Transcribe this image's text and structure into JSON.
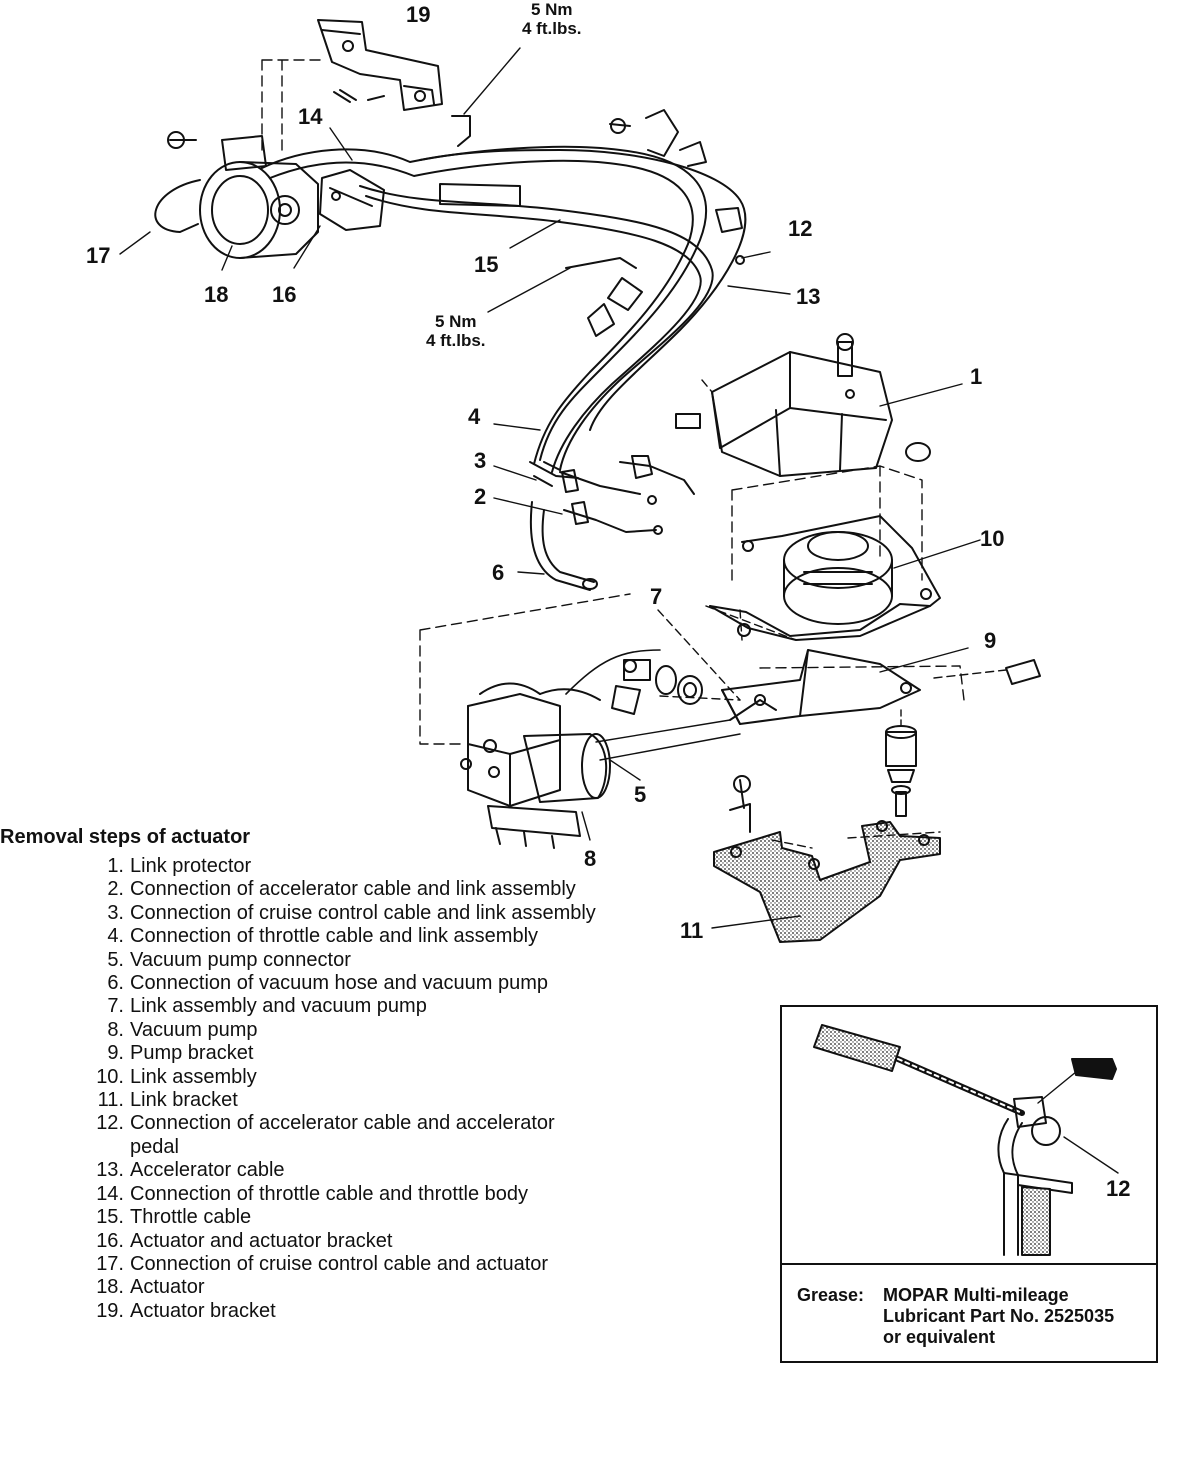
{
  "callouts": {
    "c1": "1",
    "c2": "2",
    "c3": "3",
    "c4": "4",
    "c5": "5",
    "c6": "6",
    "c7": "7",
    "c8": "8",
    "c9": "9",
    "c10": "10",
    "c11": "11",
    "c12": "12",
    "c13": "13",
    "c14": "14",
    "c15": "15",
    "c16": "16",
    "c17": "17",
    "c18": "18",
    "c19": "19"
  },
  "torque_top": {
    "line1": "5 Nm",
    "line2": "4 ft.lbs."
  },
  "torque_mid": {
    "line1": "5 Nm",
    "line2": "4 ft.lbs."
  },
  "steps": {
    "title": "Removal steps of actuator",
    "items": [
      {
        "num": "1.",
        "text": "Link protector"
      },
      {
        "num": "2.",
        "text": "Connection of accelerator cable and link assembly"
      },
      {
        "num": "3.",
        "text": "Connection of cruise control cable and link assembly"
      },
      {
        "num": "4.",
        "text": "Connection of throttle cable and link assembly"
      },
      {
        "num": "5.",
        "text": "Vacuum pump connector"
      },
      {
        "num": "6.",
        "text": "Connection of vacuum hose and vacuum pump"
      },
      {
        "num": "7.",
        "text": "Link assembly and vacuum pump"
      },
      {
        "num": "8.",
        "text": "Vacuum pump"
      },
      {
        "num": "9.",
        "text": "Pump bracket"
      },
      {
        "num": "10.",
        "text": "Link assembly"
      },
      {
        "num": "11.",
        "text": "Link bracket"
      },
      {
        "num": "12.",
        "text": "Connection of accelerator cable and accelerator pedal"
      },
      {
        "num": "13.",
        "text": "Accelerator cable"
      },
      {
        "num": "14.",
        "text": "Connection of throttle cable and throttle body"
      },
      {
        "num": "15.",
        "text": "Throttle cable"
      },
      {
        "num": "16.",
        "text": "Actuator and actuator bracket"
      },
      {
        "num": "17.",
        "text": "Connection of cruise control cable and actuator"
      },
      {
        "num": "18.",
        "text": "Actuator"
      },
      {
        "num": "19.",
        "text": "Actuator bracket"
      }
    ]
  },
  "inset": {
    "callout": "12",
    "grease_label": "Grease:",
    "grease_line1": "MOPAR Multi-mileage",
    "grease_line2": "Lubricant Part No. 2525035",
    "grease_line3": "or equivalent"
  }
}
